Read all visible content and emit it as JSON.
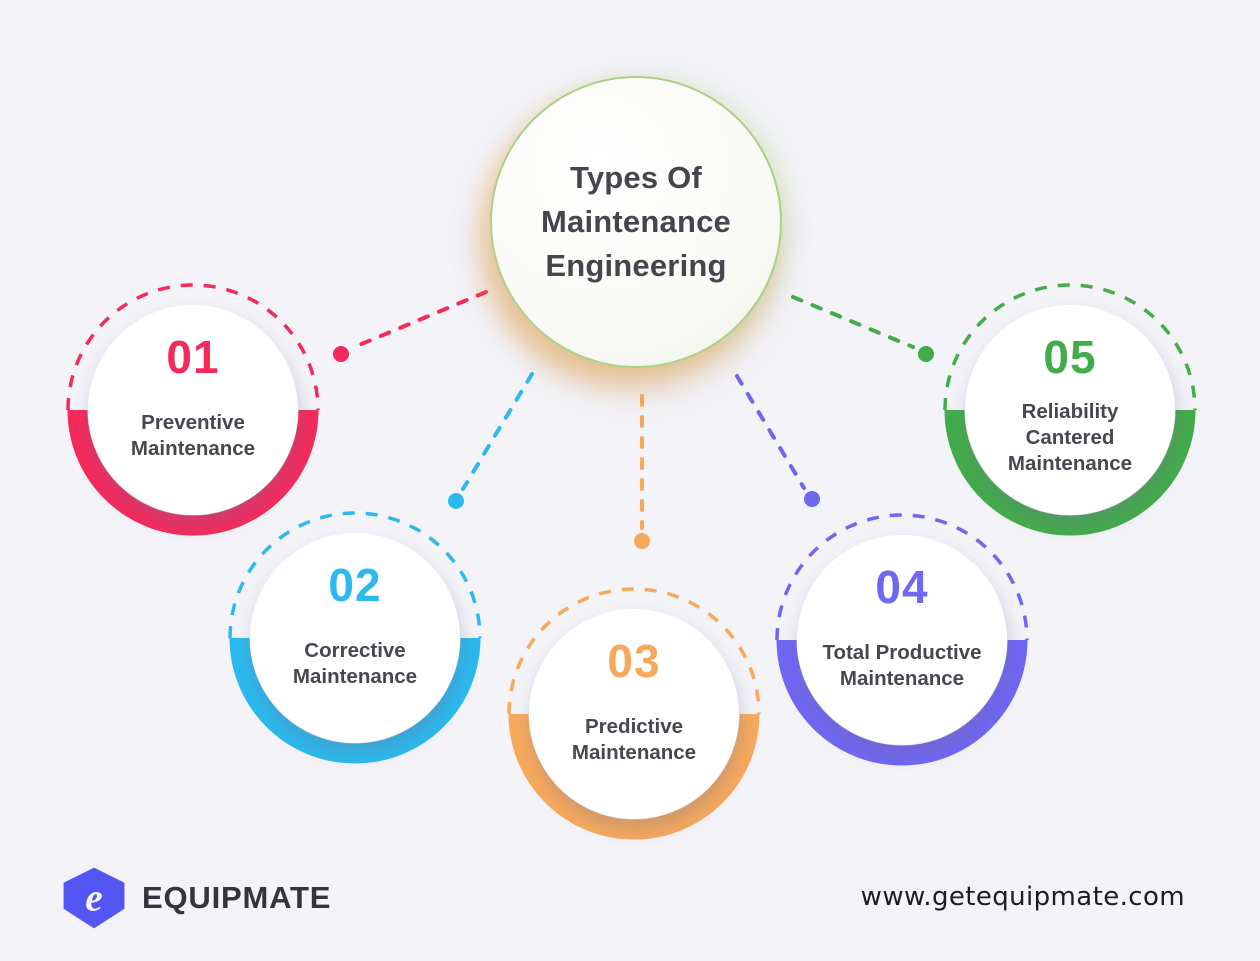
{
  "page": {
    "background": "#f3f3f8"
  },
  "center": {
    "title_lines": [
      "Types Of",
      "Maintenance",
      "Engineering"
    ],
    "border_color": "#accf85",
    "text_color": "#43474d"
  },
  "nodes": [
    {
      "number": "01",
      "color": "#f5295c",
      "label_lines": [
        "Preventive",
        "Maintenance"
      ]
    },
    {
      "number": "02",
      "color": "#2bb9ee",
      "label_lines": [
        "Corrective",
        "Maintenance"
      ]
    },
    {
      "number": "03",
      "color": "#f7a95b",
      "label_lines": [
        "Predictive",
        "Maintenance"
      ]
    },
    {
      "number": "04",
      "color": "#6f66f2",
      "label_lines": [
        "Total Productive",
        "Maintenance"
      ]
    },
    {
      "number": "05",
      "color": "#42ac4a",
      "label_lines": [
        "Reliability",
        "Cantered",
        "Maintenance"
      ]
    }
  ],
  "footer": {
    "brand": "EQUIPMATE",
    "brand_color": "#33343c",
    "website": "www.getequipmate.com",
    "logo_icon": "equipmate-hexagon-e-logo",
    "logo_color": "#5356f2"
  },
  "label_text_color": "#45484e"
}
